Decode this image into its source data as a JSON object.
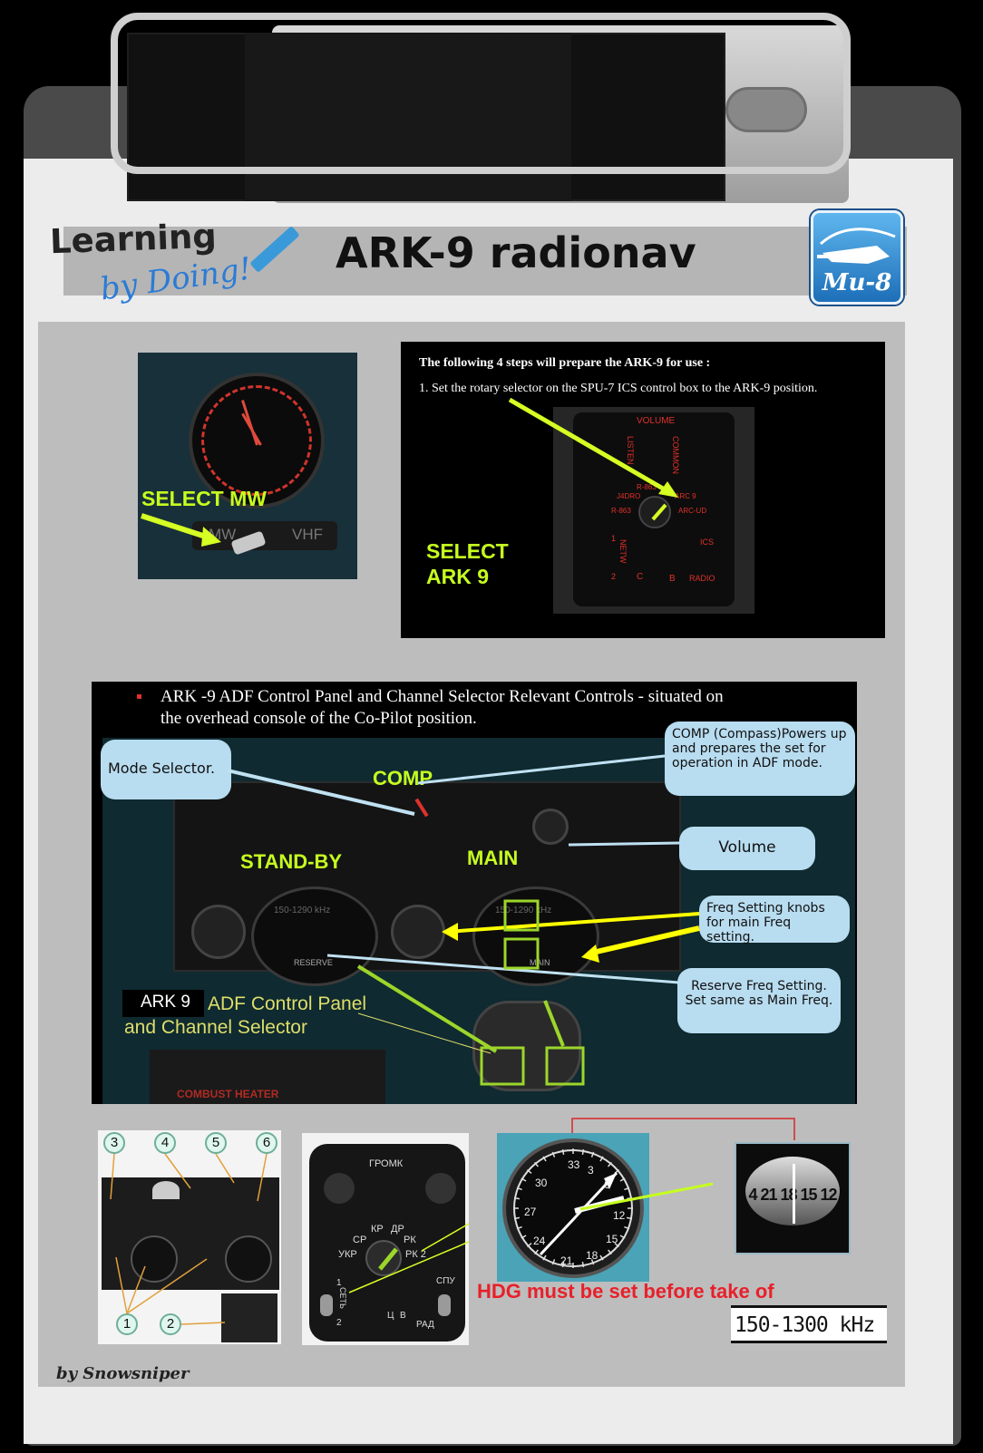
{
  "header": {
    "logo_line1": "Learning",
    "logo_line2": "by Doing!",
    "title": "ARK-9 radionav",
    "badge_text": "Ми-8"
  },
  "panel_mw": {
    "label": "SELECT MW",
    "switch_left": "MW",
    "switch_right": "VHF"
  },
  "panel_spu": {
    "intro": "The following 4 steps will prepare the ARK-9 for use :",
    "step1": "1. Set the rotary selector on the SPU-7 ICS control box to the ARK-9 position.",
    "label_line1": "SELECT",
    "label_line2": "ARK 9",
    "box": {
      "volume": "VOLUME",
      "listen": "LISTEN",
      "common": "COMMON",
      "r1": "R-863",
      "r2": "J4DRO",
      "r3": "ARC 9",
      "r4": "ARC-UD",
      "r5": "R-863",
      "net": "NETW",
      "n1": "1",
      "n2": "2",
      "ics": "ICS",
      "radio": "RADIO",
      "c": "C",
      "b": "B"
    }
  },
  "panel_adf": {
    "heading_line1": "ARK -9 ADF Control Panel and Channel Selector Relevant Controls - situated on",
    "heading_line2": "the overhead console of the Co-Pilot position.",
    "mode_selector": "Mode Selector.",
    "comp": "COMP",
    "comp_callout": "COMP (Compass)Powers up and prepares the set for operation in ADF mode.",
    "volume_callout": "Volume",
    "standby": "STAND-BY",
    "main": "MAIN",
    "freq_callout": "Freq Setting knobs for main Freq setting.",
    "reserve_callout": "Reserve Freq Setting. Set same as Main Freq.",
    "ark9_tag": "ARK 9",
    "caption_line1": "ADF Control Panel",
    "caption_line2": "and Channel Selector",
    "heater": "COMBUST HEATER",
    "freq_readout": "150-1290 kHz",
    "reserve_label": "RESERVE",
    "main_label": "MAIN"
  },
  "bottom": {
    "markers": [
      "3",
      "4",
      "5",
      "6",
      "1",
      "2"
    ],
    "spu_labels": {
      "gromk": "ГРОМК",
      "ukr": "УКР",
      "sr": "СР",
      "kr": "КР",
      "dr": "ДР",
      "rk": "РК",
      "rk2": "РК 2",
      "spu": "СПУ",
      "rad": "РАД",
      "set": "СЕТЬ",
      "ts": "Ц",
      "v": "В",
      "n1": "1",
      "n2": "2"
    },
    "compass_numbers": [
      "33",
      "30",
      "27",
      "24",
      "21",
      "18",
      "15",
      "12",
      "6",
      "3"
    ],
    "magnetic_compass": "4 21 18 15 12",
    "hdg_note": "HDG must be set before take of",
    "freq_band": "150-1300 kHz"
  },
  "footer": {
    "credit": "by Snowsniper"
  },
  "colors": {
    "accent_label": "#c6ff1f",
    "note_red": "#e8202a",
    "callout_blue": "#b8dcf0"
  }
}
